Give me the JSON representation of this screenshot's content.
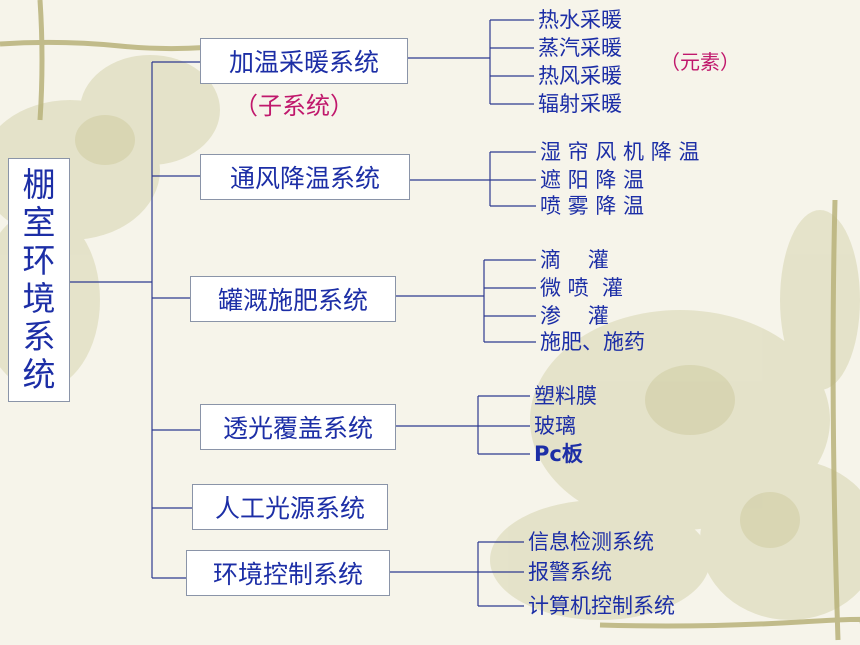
{
  "root": {
    "label": "棚室环境系统"
  },
  "subsystems": [
    {
      "label": "加温采暖系统",
      "elements": [
        "热水采暖",
        "蒸汽采暖",
        "热风采暖",
        "辐射采暖"
      ]
    },
    {
      "label": "通风降温系统",
      "elements": [
        "湿 帘 风 机 降 温",
        "遮 阳 降 温",
        "喷 雾 降 温"
      ]
    },
    {
      "label": "罐溉施肥系统",
      "elements": [
        "滴    灌",
        "微 喷  灌",
        "渗    灌",
        "施肥、施药"
      ]
    },
    {
      "label": "透光覆盖系统",
      "elements": [
        "塑料膜",
        "玻璃",
        "Pc板"
      ]
    },
    {
      "label": "人工光源系统",
      "elements": []
    },
    {
      "label": "环境控制系统",
      "elements": [
        "信息检测系统",
        "报警系统",
        "计算机控制系统"
      ]
    }
  ],
  "annotations": {
    "subsystem_note": "（子系统）",
    "element_note": "（元素）"
  },
  "colors": {
    "text": "#1c2ea6",
    "note": "#c0186c",
    "lines": "#2e3a90"
  }
}
